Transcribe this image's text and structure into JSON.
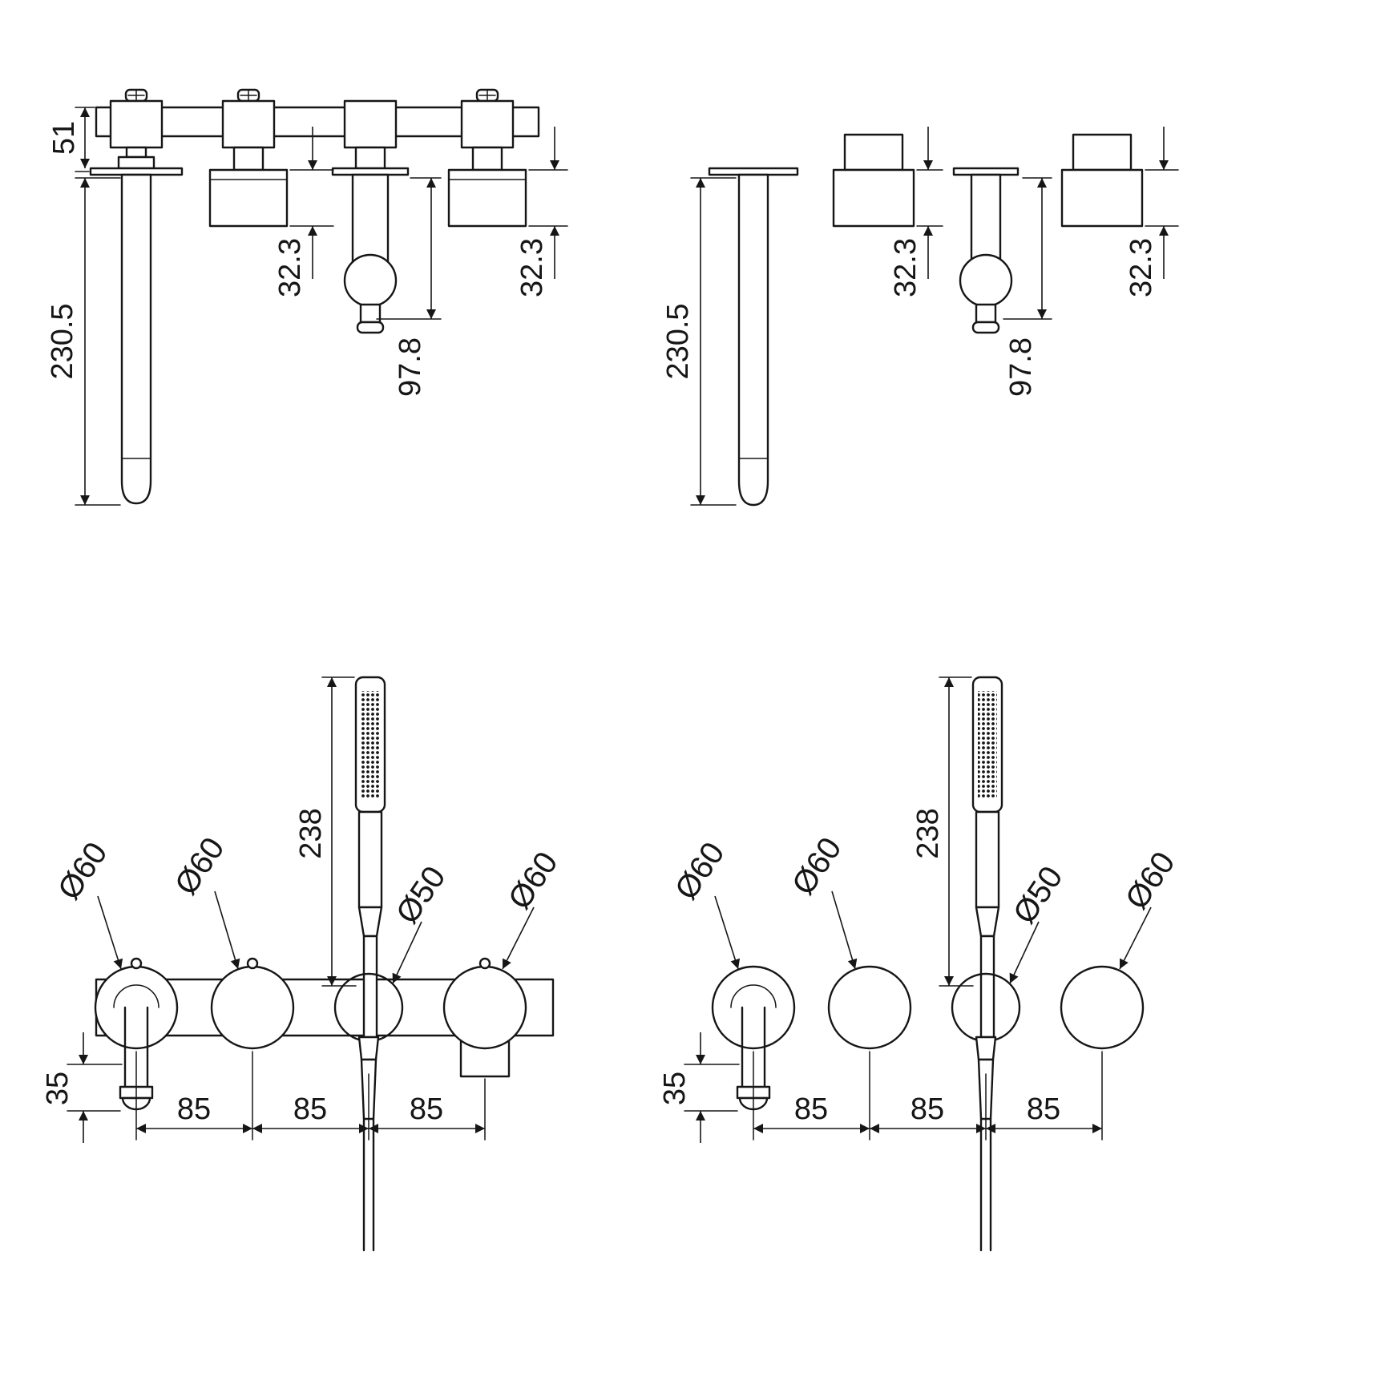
{
  "meta": {
    "background": "#ffffff",
    "line_color": "#161616"
  },
  "views": {
    "top_left": {
      "dim_body_height": "51",
      "dim_spout_length": "230.5",
      "dim_trim_depth_left": "32.3",
      "dim_holder_depth": "97.8",
      "dim_trim_depth_right": "32.3"
    },
    "top_right": {
      "dim_spout_length": "230.5",
      "dim_trim_depth_left": "32.3",
      "dim_holder_depth": "97.8",
      "dim_trim_depth_right": "32.3"
    },
    "bottom_left": {
      "dia_handle_left": "Ø60",
      "dia_handle_mid": "Ø60",
      "dim_handshower_length": "238",
      "dia_holder": "Ø50",
      "dia_handle_right": "Ø60",
      "dim_spout_offset": "35",
      "dim_pitch_1": "85",
      "dim_pitch_2": "85",
      "dim_pitch_3": "85"
    },
    "bottom_right": {
      "dia_handle_left": "Ø60",
      "dia_handle_mid": "Ø60",
      "dim_handshower_length": "238",
      "dia_holder": "Ø50",
      "dia_handle_right": "Ø60",
      "dim_spout_offset": "35",
      "dim_pitch_1": "85",
      "dim_pitch_2": "85",
      "dim_pitch_3": "85"
    }
  }
}
